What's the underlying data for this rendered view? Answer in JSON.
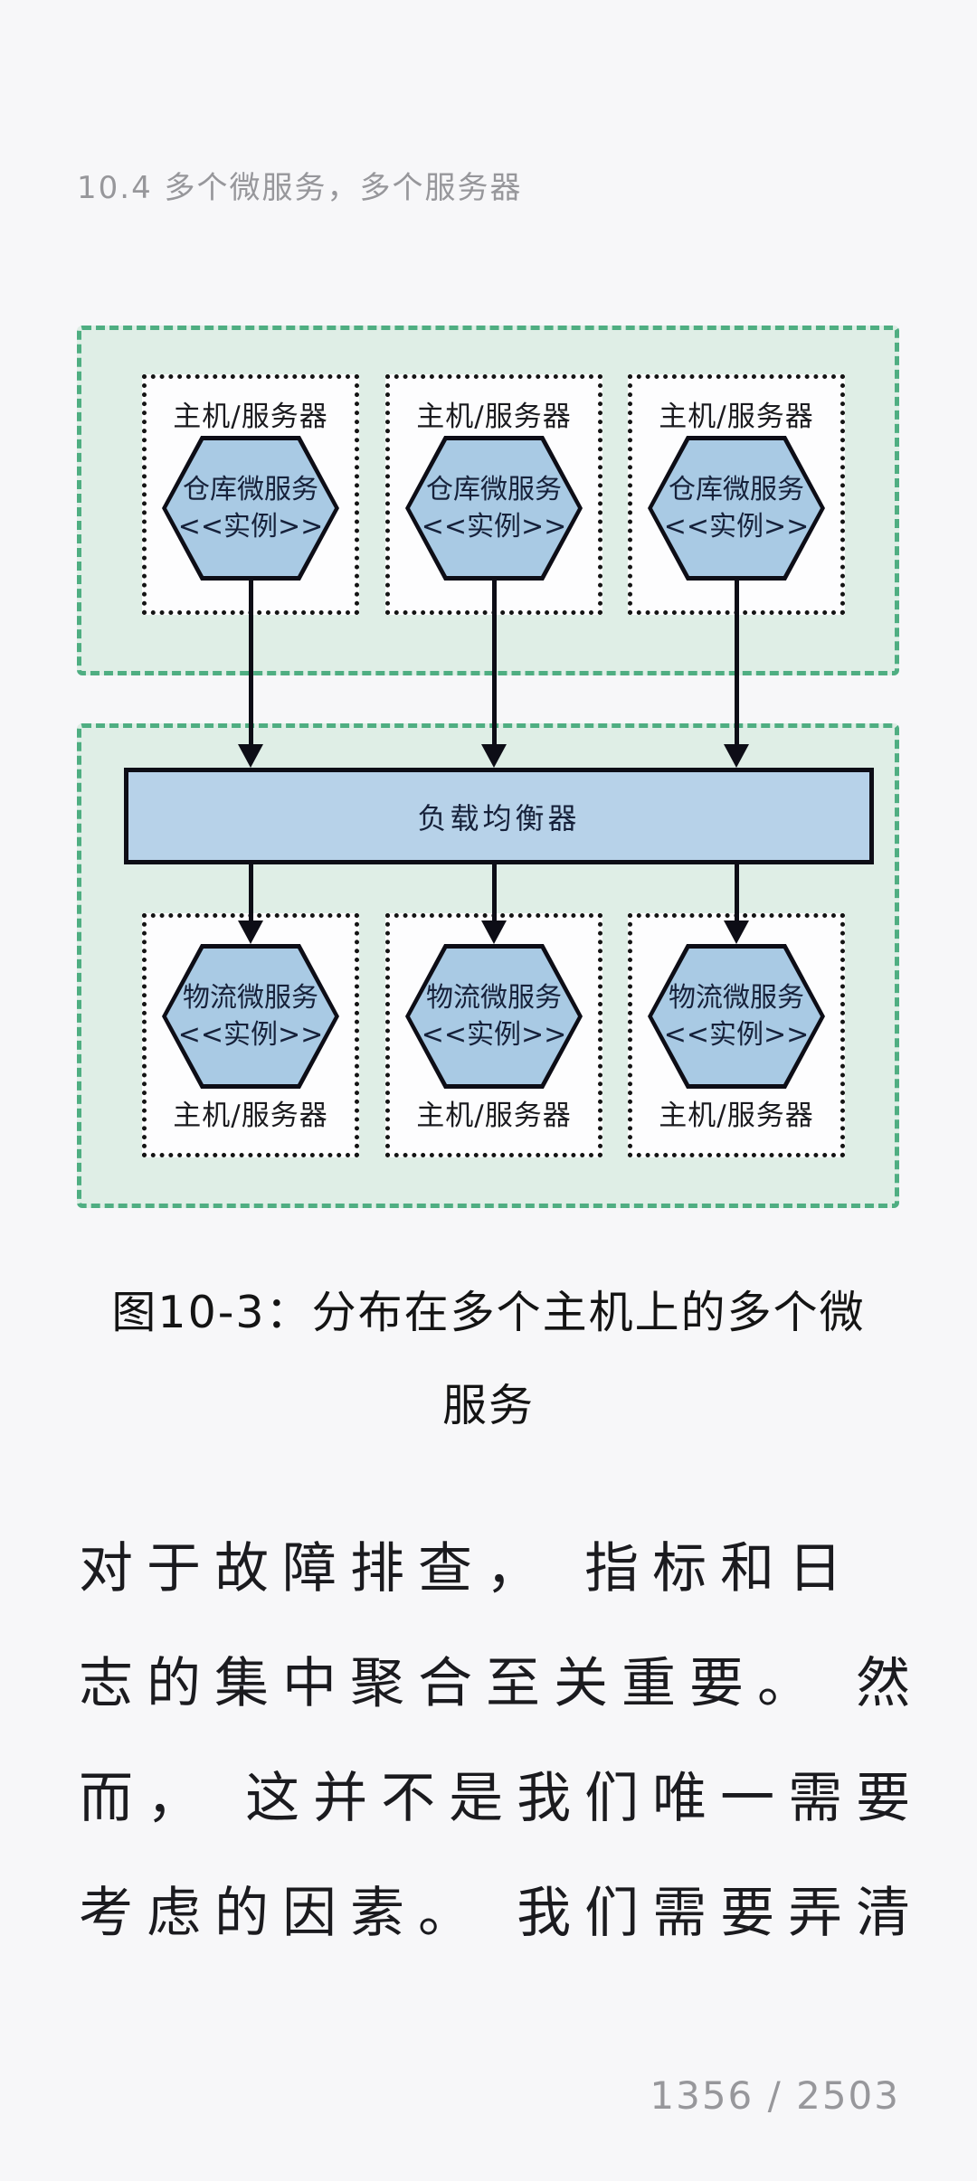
{
  "colors": {
    "page-bg": "#f7f7f9",
    "muted-text": "#97979b",
    "body-text": "#1b1b1f",
    "green-zone-fill": "#dfeee6",
    "green-zone-border": "#4fae82",
    "box-border": "#141414",
    "box-fill": "#fdfdfe",
    "hex-fill": "#a9cae4",
    "lb-fill": "#b7d2e9",
    "shape-border": "#0d0d16",
    "shape-text": "#16213a"
  },
  "header": {
    "section_title": "10.4 多个微服务，多个服务器"
  },
  "diagram": {
    "host_label": "主机/服务器",
    "warehouse_hex": {
      "line1": "仓库微服务",
      "line2": "<<实例>>"
    },
    "logistics_hex": {
      "line1": "物流微服务",
      "line2": "<<实例>>"
    },
    "load_balancer": "负载均衡器"
  },
  "caption": {
    "line1": "图10-3：分布在多个主机上的多个微",
    "line2": "服务"
  },
  "body": {
    "lines": [
      "对于故障排查， 指标和日",
      "志的集中聚合至关重要。 然",
      "而， 这并不是我们唯一需要",
      "考虑的因素。 我们需要弄清"
    ]
  },
  "footer": {
    "page_indicator": "1356 / 2503"
  }
}
